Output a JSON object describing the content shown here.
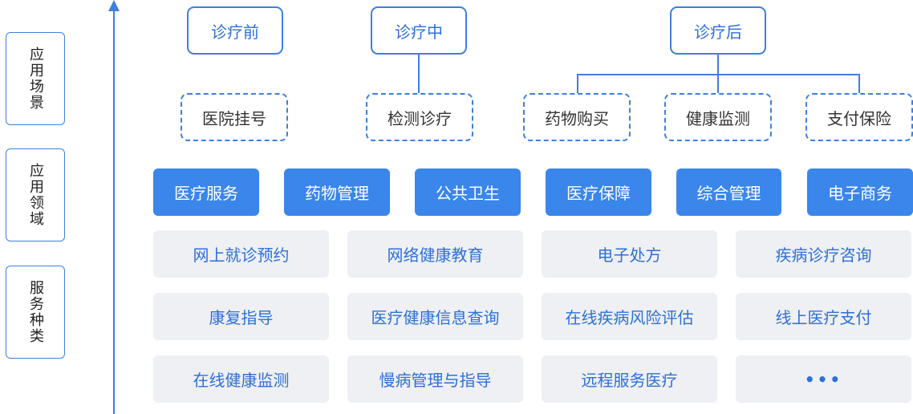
{
  "categories": [
    "应用场景",
    "应用领域",
    "服务种类"
  ],
  "stages": [
    "诊疗前",
    "诊疗中",
    "诊疗后"
  ],
  "scenarios": [
    "医院挂号",
    "检测诊疗",
    "药物购买",
    "健康监测",
    "支付保险"
  ],
  "fields": [
    "医疗服务",
    "药物管理",
    "公共卫生",
    "医疗保障",
    "综合管理",
    "电子商务"
  ],
  "services": [
    [
      "网上就诊预约",
      "网络健康教育",
      "电子处方",
      "疾病诊疗咨询"
    ],
    [
      "康复指导",
      "医疗健康信息查询",
      "在线疾病风险评估",
      "线上医疗支付"
    ],
    [
      "在线健康监测",
      "慢病管理与指导",
      "远程服务医疗",
      "•••"
    ]
  ],
  "colors": {
    "accent": "#3e7fe0",
    "field_fill": "#3a86ea",
    "service_fill": "#eef0f3"
  }
}
